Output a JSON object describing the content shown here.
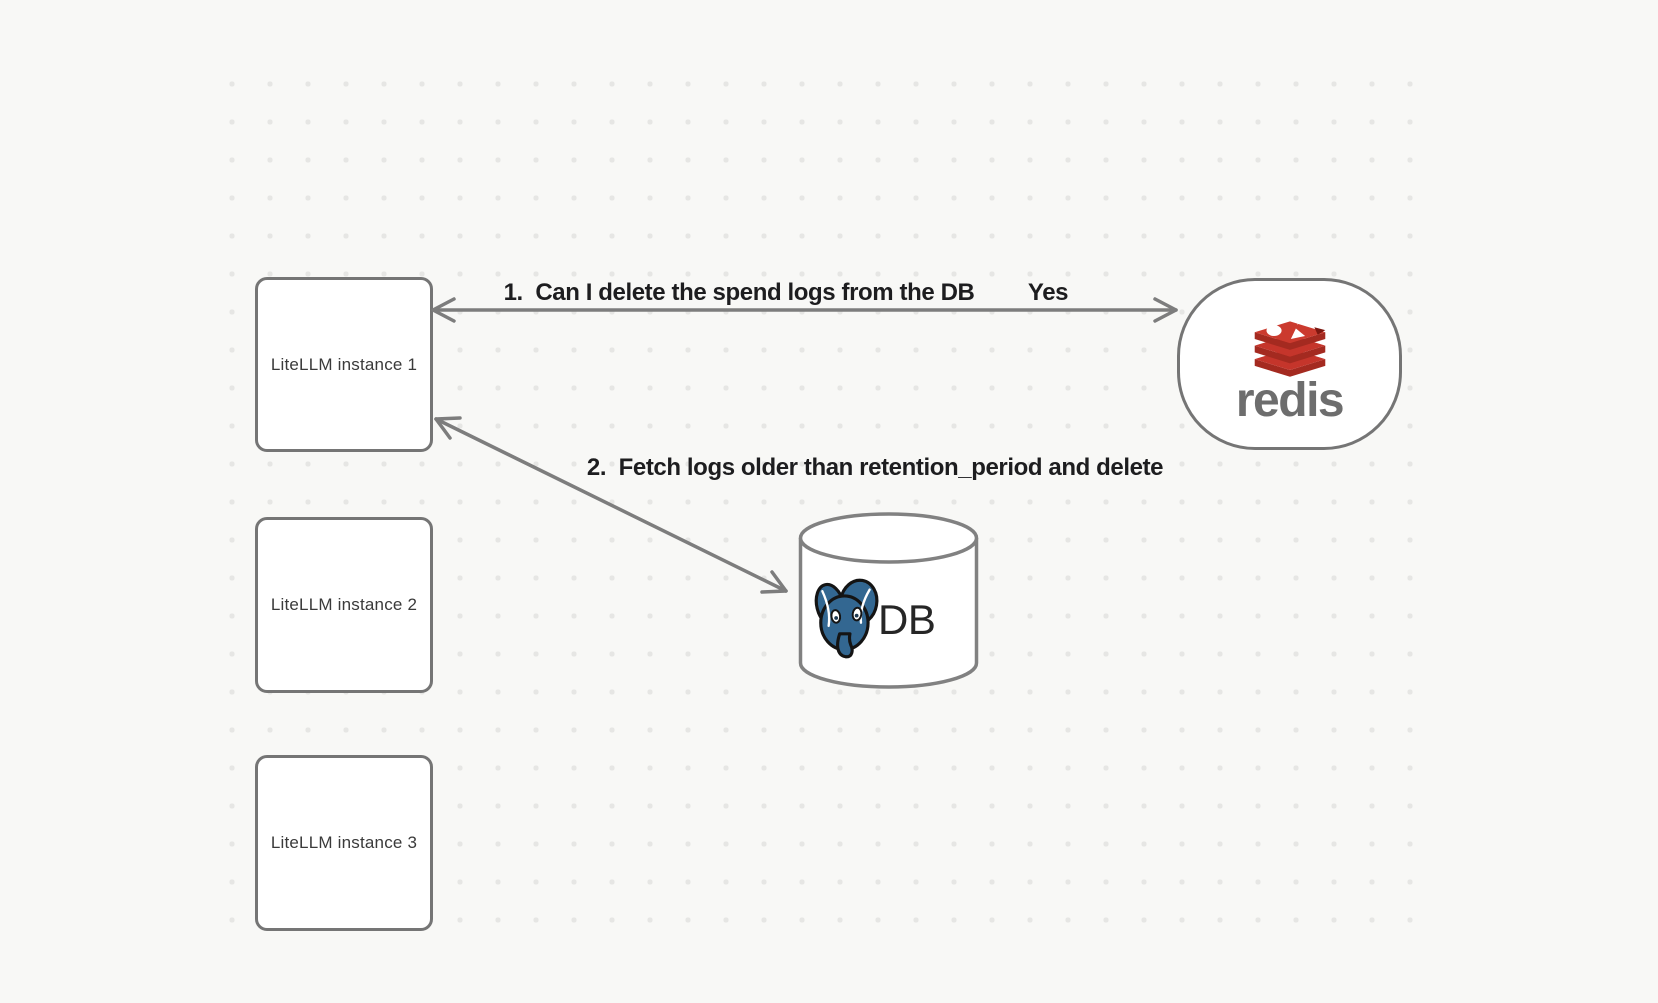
{
  "canvas": {
    "background": "#f8f8f6",
    "dot_color": "#e6e6e4"
  },
  "nodes": {
    "instance1": {
      "label": "LiteLLM instance 1"
    },
    "instance2": {
      "label": "LiteLLM instance 2"
    },
    "instance3": {
      "label": "LiteLLM instance 3"
    },
    "redis": {
      "wordmark": "redis",
      "icon": "redis-stack-icon"
    },
    "db": {
      "label": "DB",
      "icon": "postgresql-elephant-icon"
    }
  },
  "arrows": {
    "step1": {
      "label": "1.  Can I delete the spend logs from the DB",
      "answer": "Yes"
    },
    "step2": {
      "label": "2.  Fetch logs older than retention_period and delete"
    }
  },
  "colors": {
    "shape_border": "#757575",
    "arrow": "#7d7d7d",
    "label_text": "#1d1d1f",
    "node_text": "#3a3a3a",
    "redis_red": "#c5352b",
    "redis_red_dark": "#a42a20",
    "redis_notch": "#7c1710",
    "redis_wordmark_gray": "#6d6d6d",
    "postgres_blue": "#336791"
  }
}
